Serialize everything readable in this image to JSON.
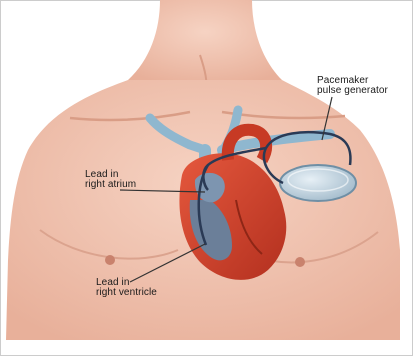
{
  "figure": {
    "labels": {
      "pulse_generator": [
        "Pacemaker",
        "pulse generator"
      ],
      "right_atrium": [
        "Lead in",
        "right atrium"
      ],
      "right_ventricle": [
        "Lead in",
        "right ventricle"
      ]
    },
    "colors": {
      "skin": "#f2c7b4",
      "skin_shadow": "#e2a68f",
      "vein": "#8fb7cf",
      "vein_dark": "#5f86a3",
      "heart": "#d9462e",
      "heart_dark": "#a72a1c",
      "device": "#c5d7e3",
      "lead": "#2a3a55",
      "frame": "#c8c8c8"
    }
  }
}
